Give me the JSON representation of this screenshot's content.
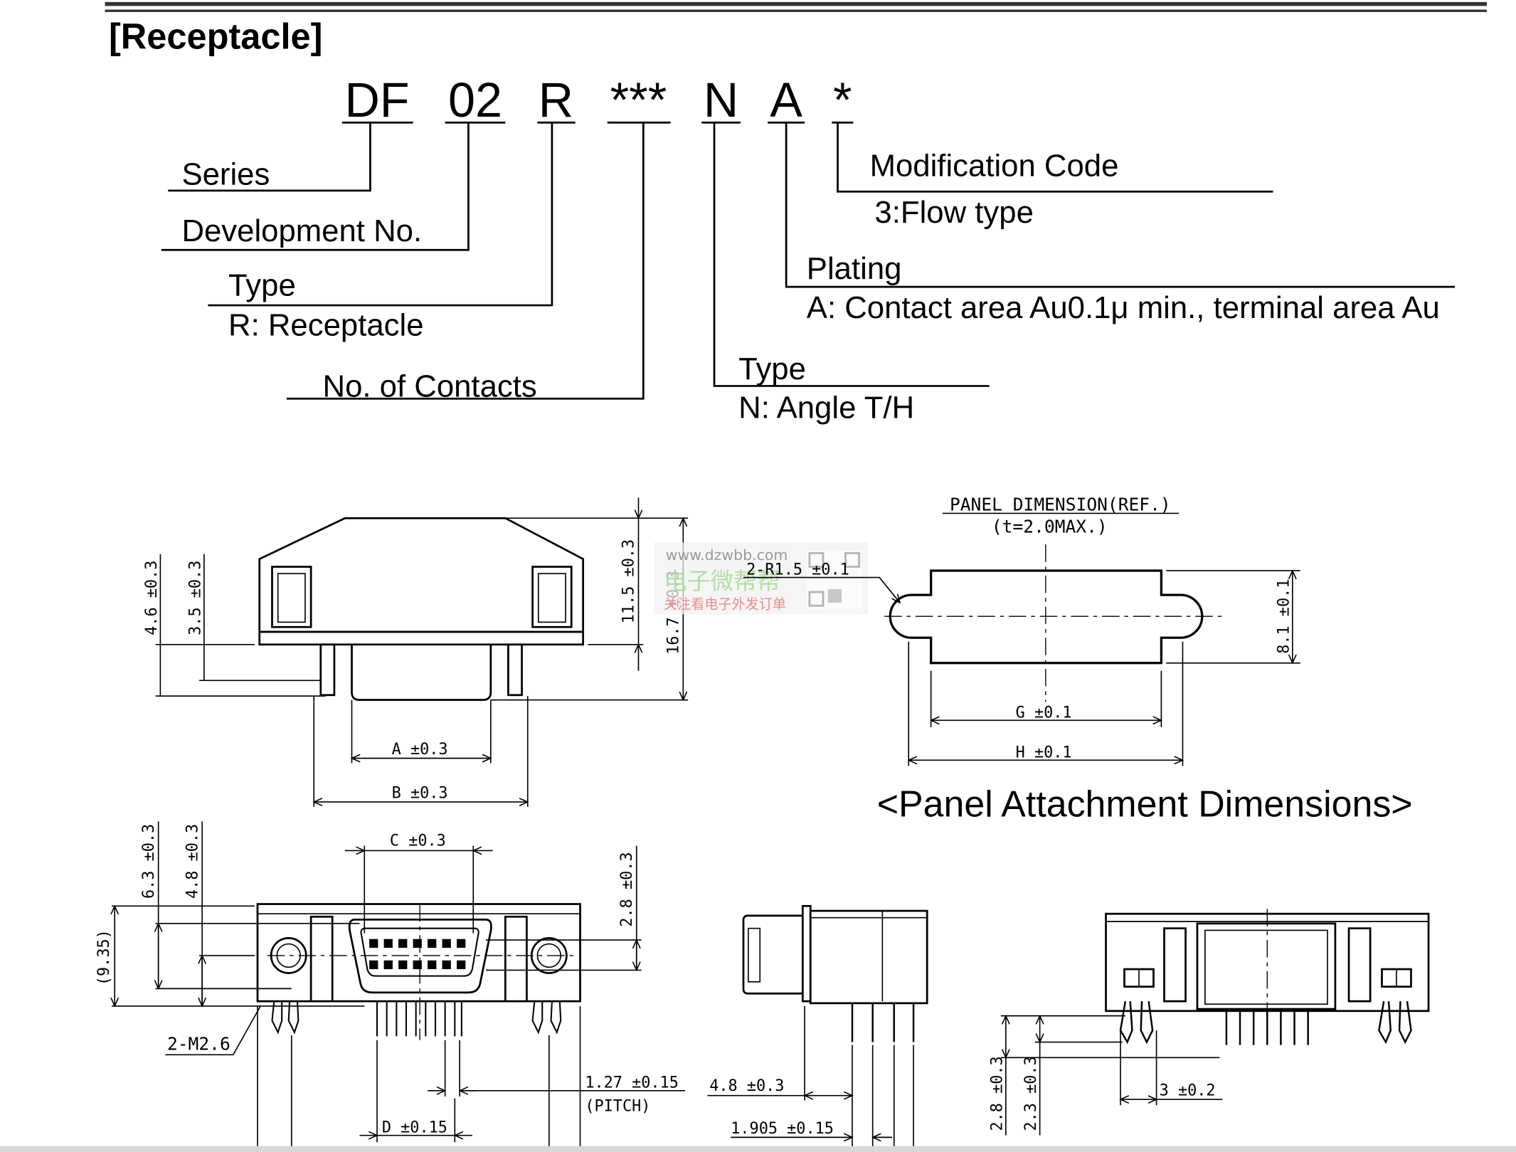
{
  "header": {
    "section_title": "[Receptacle]"
  },
  "part_number": {
    "segments": [
      "DF",
      "02",
      "R",
      "***",
      "N",
      "A",
      "*"
    ]
  },
  "legend": {
    "series": "Series",
    "development": "Development No.",
    "type_r_title": "Type",
    "type_r_desc": "R: Receptacle",
    "contacts": "No. of Contacts",
    "type_n_title": "Type",
    "type_n_desc": "N: Angle T/H",
    "plating_title": "Plating",
    "plating_desc": "A: Contact area Au0.1μ min., terminal area Au",
    "mod_title": "Modification Code",
    "mod_desc": "3:Flow type"
  },
  "top_view": {
    "dim_46": "4.6 ±0.3",
    "dim_35": "3.5 ±0.3",
    "dim_115": "11.5 ±0.3",
    "dim_167": "16.7 ±0.3",
    "dim_a": "A ±0.3",
    "dim_b": "B ±0.3"
  },
  "panel": {
    "title": "PANEL DIMENSION(REF.)",
    "thickness": "(t=2.0MAX.)",
    "radius": "2-R1.5 ±0.1",
    "height": "8.1 ±0.1",
    "dim_g": "G ±0.1",
    "dim_h": "H ±0.1",
    "caption": "<Panel Attachment Dimensions>"
  },
  "front_view": {
    "dim_63": "6.3 ±0.3",
    "dim_48": "4.8 ±0.3",
    "dim_935": "(9.35)",
    "dim_c": "C ±0.3",
    "dim_28": "2.8 ±0.3",
    "screw": "2-M2.6",
    "pitch_value": "1.27 ±0.15",
    "pitch_label": "(PITCH)",
    "dim_d": "D ±0.15"
  },
  "side_view": {
    "dim_48": "4.8 ±0.3",
    "dim_1905": "1.905 ±0.15"
  },
  "bottom_view": {
    "dim_28": "2.8 ±0.3",
    "dim_23": "2.3 ±0.3",
    "dim_3": "3 ±0.2"
  },
  "watermark": {
    "url": "www.dzwbb.com",
    "brand": "电子微帮帮",
    "slogan": "关注看电子外发订单"
  }
}
